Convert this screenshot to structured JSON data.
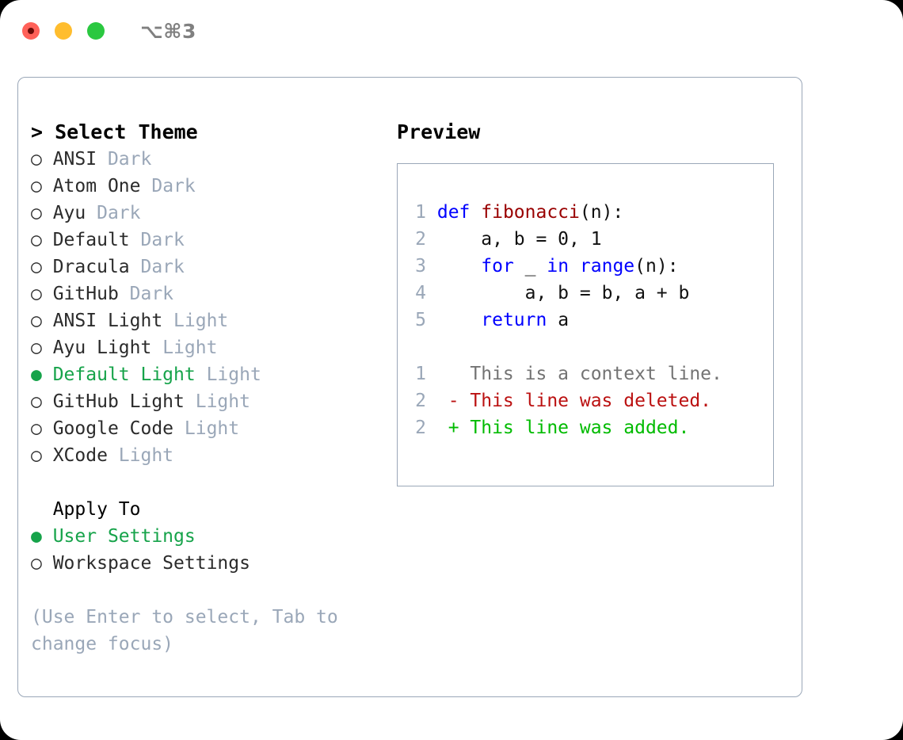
{
  "titlebar": {
    "shortcut": "⌥⌘3",
    "buttons": [
      {
        "name": "close",
        "color": "#ff6159"
      },
      {
        "name": "minimize",
        "color": "#ffbd2e"
      },
      {
        "name": "zoom",
        "color": "#2ac840"
      }
    ]
  },
  "theme_picker": {
    "header": "> Select Theme",
    "selected_bullet": "●",
    "unselected_bullet": "○",
    "accent_color": "#16a34a",
    "badge_color": "#9aa7b8",
    "items": [
      {
        "bullet": "○",
        "label": "ANSI",
        "badge": "Dark",
        "selected": false
      },
      {
        "bullet": "○",
        "label": "Atom One",
        "badge": "Dark",
        "selected": false
      },
      {
        "bullet": "○",
        "label": "Ayu",
        "badge": "Dark",
        "selected": false
      },
      {
        "bullet": "○",
        "label": "Default",
        "badge": "Dark",
        "selected": false
      },
      {
        "bullet": "○",
        "label": "Dracula",
        "badge": "Dark",
        "selected": false
      },
      {
        "bullet": "○",
        "label": "GitHub",
        "badge": "Dark",
        "selected": false
      },
      {
        "bullet": "○",
        "label": "ANSI Light",
        "badge": "Light",
        "selected": false
      },
      {
        "bullet": "○",
        "label": "Ayu Light",
        "badge": "Light",
        "selected": false
      },
      {
        "bullet": "●",
        "label": "Default Light",
        "badge": "Light",
        "selected": true
      },
      {
        "bullet": "○",
        "label": "GitHub Light",
        "badge": "Light",
        "selected": false
      },
      {
        "bullet": "○",
        "label": "Google Code",
        "badge": "Light",
        "selected": false
      },
      {
        "bullet": "○",
        "label": "XCode",
        "badge": "Light",
        "selected": false
      }
    ]
  },
  "apply_to": {
    "header": "  Apply To",
    "items": [
      {
        "bullet": "●",
        "label": "User Settings",
        "selected": true
      },
      {
        "bullet": "○",
        "label": "Workspace Settings",
        "selected": false
      }
    ]
  },
  "hint": "(Use Enter to select, Tab to change focus)",
  "preview": {
    "title": "Preview",
    "code_lines": [
      {
        "no": "1",
        "tokens": [
          {
            "t": "def ",
            "c": "kw"
          },
          {
            "t": "fibonacci",
            "c": "fn"
          },
          {
            "t": "(n):",
            "c": "plain"
          }
        ]
      },
      {
        "no": "2",
        "tokens": [
          {
            "t": "    a, b = 0, 1",
            "c": "plain"
          }
        ]
      },
      {
        "no": "3",
        "tokens": [
          {
            "t": "    ",
            "c": "plain"
          },
          {
            "t": "for",
            "c": "kw"
          },
          {
            "t": " _ ",
            "c": "plain"
          },
          {
            "t": "in",
            "c": "kw"
          },
          {
            "t": " ",
            "c": "plain"
          },
          {
            "t": "range",
            "c": "kw"
          },
          {
            "t": "(n):",
            "c": "plain"
          }
        ]
      },
      {
        "no": "4",
        "tokens": [
          {
            "t": "        a, b = b, a + b",
            "c": "plain"
          }
        ]
      },
      {
        "no": "5",
        "tokens": [
          {
            "t": "    ",
            "c": "plain"
          },
          {
            "t": "return",
            "c": "kw"
          },
          {
            "t": " a",
            "c": "plain"
          }
        ]
      }
    ],
    "diff_lines": [
      {
        "no": "1",
        "marker": " ",
        "text": " This is a context line.",
        "kind": "d-ctx"
      },
      {
        "no": "2",
        "marker": "-",
        "text": " This line was deleted.",
        "kind": "d-del"
      },
      {
        "no": "2",
        "marker": "+",
        "text": " This line was added.",
        "kind": "d-add"
      }
    ]
  }
}
